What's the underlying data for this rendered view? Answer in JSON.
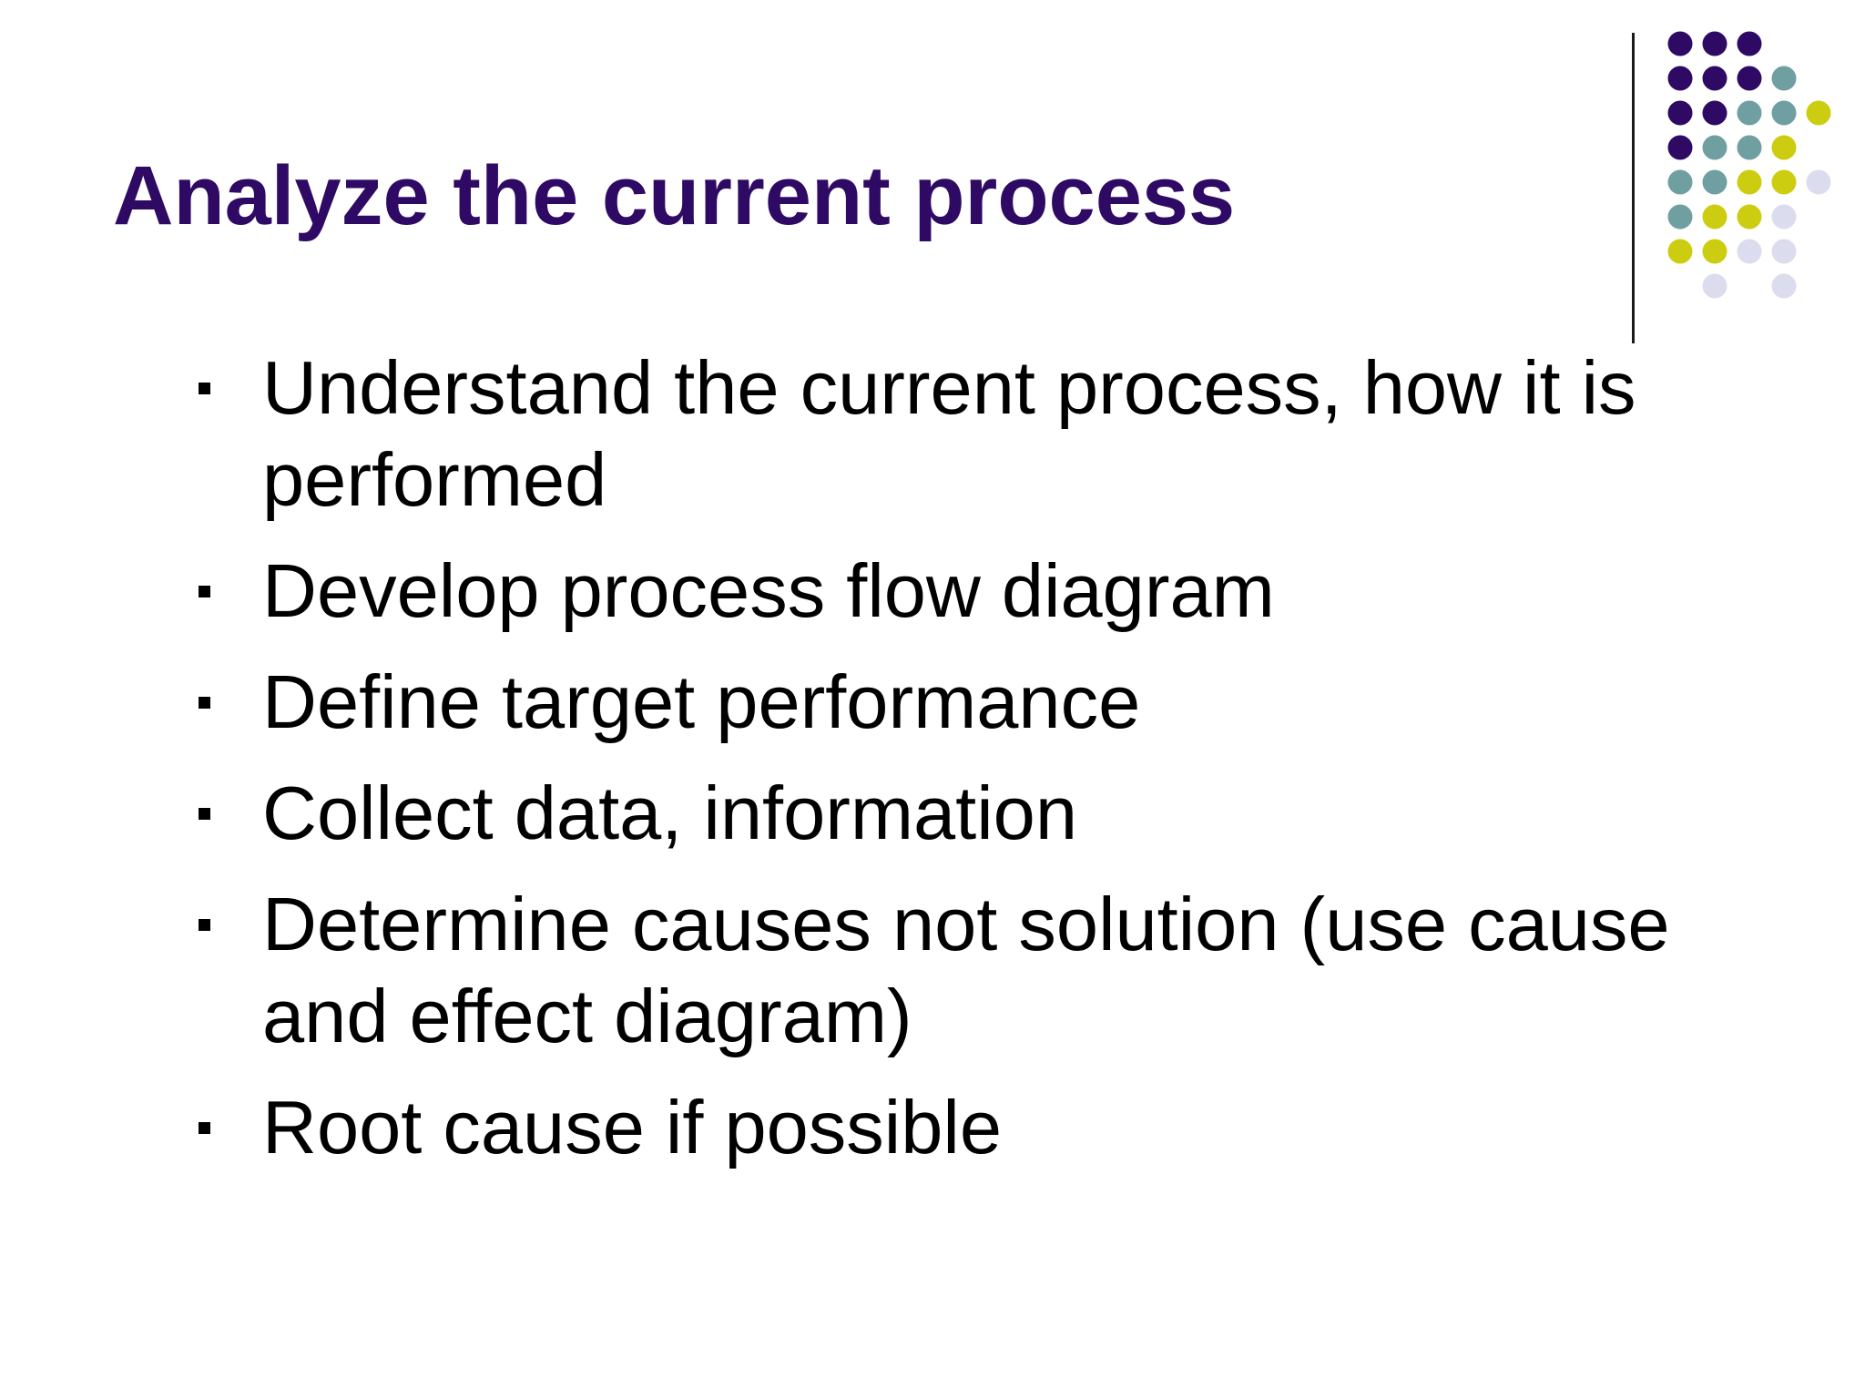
{
  "slide": {
    "title": "Analyze the current process",
    "title_color": "#2e0a64",
    "bullets": [
      "Understand the current process, how it is performed",
      "Develop process flow diagram",
      "Define target performance",
      "Collect data, information",
      "Determine causes not solution (use cause and effect diagram)",
      "Root cause if possible"
    ]
  },
  "colors": {
    "purple": "#2e0a64",
    "teal": "#6f9fa0",
    "yellow": "#cccc10",
    "lavender": "#dcdcef"
  }
}
